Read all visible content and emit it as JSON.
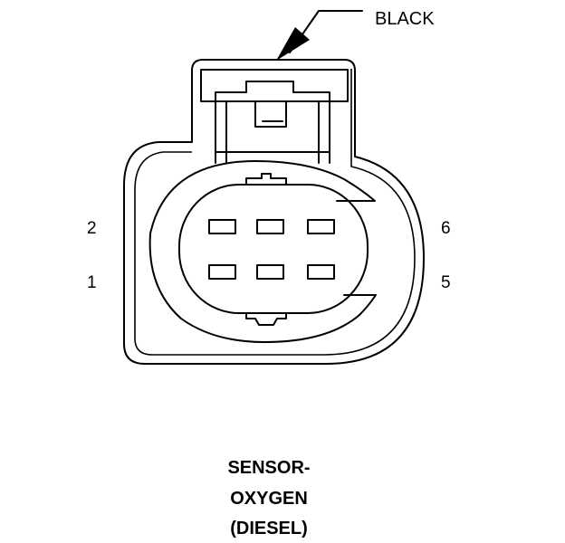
{
  "callout": {
    "color_label": "BLACK"
  },
  "pin_labels": {
    "top_left": "2",
    "bottom_left": "1",
    "top_right": "6",
    "bottom_right": "5"
  },
  "caption": {
    "line1": "SENSOR-",
    "line2": "OXYGEN",
    "line3": "(DIESEL)"
  },
  "colors": {
    "stroke": "#000000",
    "background": "#ffffff"
  }
}
